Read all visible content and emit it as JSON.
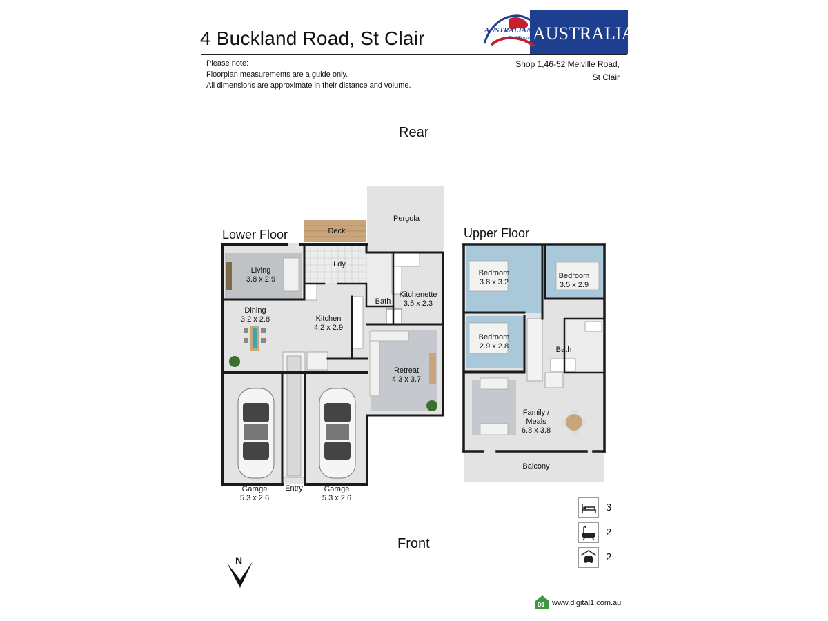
{
  "title": "4 Buckland Road, St Clair",
  "logo": {
    "text_arc": "AUSTRALIAN",
    "text_sub": "Real Estate",
    "text_main": "AUSTRALIAN"
  },
  "note": {
    "heading": "Please note:",
    "line1": "Floorplan measurements are a guide only.",
    "line2": "All dimensions are approximate in their distance and volume."
  },
  "address": {
    "line1": "Shop 1,46-52 Melville Road,",
    "line2": "St Clair"
  },
  "orientation": {
    "rear": "Rear",
    "front": "Front",
    "north": "N"
  },
  "lower_floor": {
    "label": "Lower Floor",
    "deck": "Deck",
    "pergola": "Pergola",
    "living": {
      "name": "Living",
      "dims": "3.8 x 2.9"
    },
    "ldy": "Ldy",
    "bath": "Bath",
    "kitchenette": {
      "name": "Kitchenette",
      "dims": "3.5 x 2.3"
    },
    "dining": {
      "name": "Dining",
      "dims": "3.2 x 2.8"
    },
    "kitchen": {
      "name": "Kitchen",
      "dims": "4.2 x 2.9"
    },
    "retreat": {
      "name": "Retreat",
      "dims": "4.3 x 3.7"
    },
    "garage1": {
      "name": "Garage",
      "dims": "5.3 x 2.6"
    },
    "entry": "Entry",
    "garage2": {
      "name": "Garage",
      "dims": "5.3 x 2.6"
    }
  },
  "upper_floor": {
    "label": "Upper Floor",
    "bed1": {
      "name": "Bedroom",
      "dims": "3.8 x 3.2"
    },
    "bed2": {
      "name": "Bedroom",
      "dims": "3.5 x 2.9"
    },
    "bed3": {
      "name": "Bedroom",
      "dims": "2.9 x 2.8"
    },
    "bath": "Bath",
    "family": {
      "name1": "Family /",
      "name2": "Meals",
      "dims": "6.8 x 3.8"
    },
    "balcony": "Balcony"
  },
  "legend": [
    {
      "icon": "bed-icon",
      "count": "3"
    },
    {
      "icon": "bath-icon",
      "count": "2"
    },
    {
      "icon": "garage-icon",
      "count": "2"
    }
  ],
  "footer": {
    "badge": "D1",
    "website": "www.digital1.com.au"
  },
  "colors": {
    "floor": "#e3e3e3",
    "bedroom": "#a9c9da",
    "wall": "#1a1a1a",
    "deck": "#c8a57a",
    "logo_blue": "#1e3f8f",
    "logo_red": "#c8202a"
  }
}
